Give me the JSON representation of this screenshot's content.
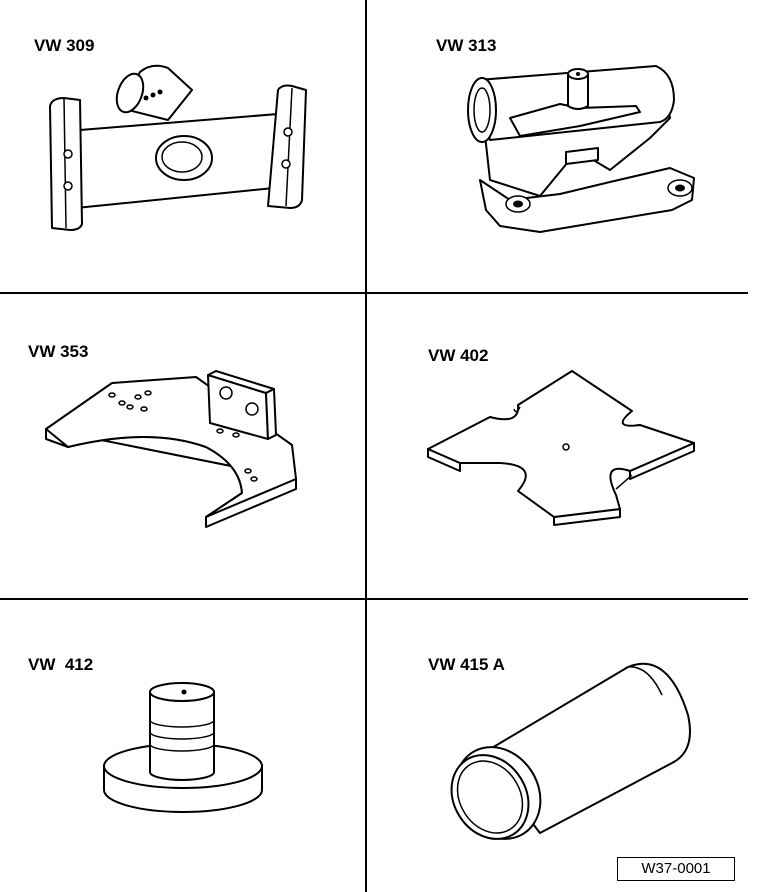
{
  "tools": [
    {
      "label": "VW 309",
      "icon": "steering-holder-icon"
    },
    {
      "label": "VW 313",
      "icon": "mounting-bracket-icon"
    },
    {
      "label": "VW 353",
      "icon": "support-plate-icon"
    },
    {
      "label": "VW 402",
      "icon": "cross-plate-icon"
    },
    {
      "label": "VW  412",
      "icon": "press-piece-icon"
    },
    {
      "label": "VW 415 A",
      "icon": "sleeve-tube-icon"
    }
  ],
  "reference": "W37-0001"
}
